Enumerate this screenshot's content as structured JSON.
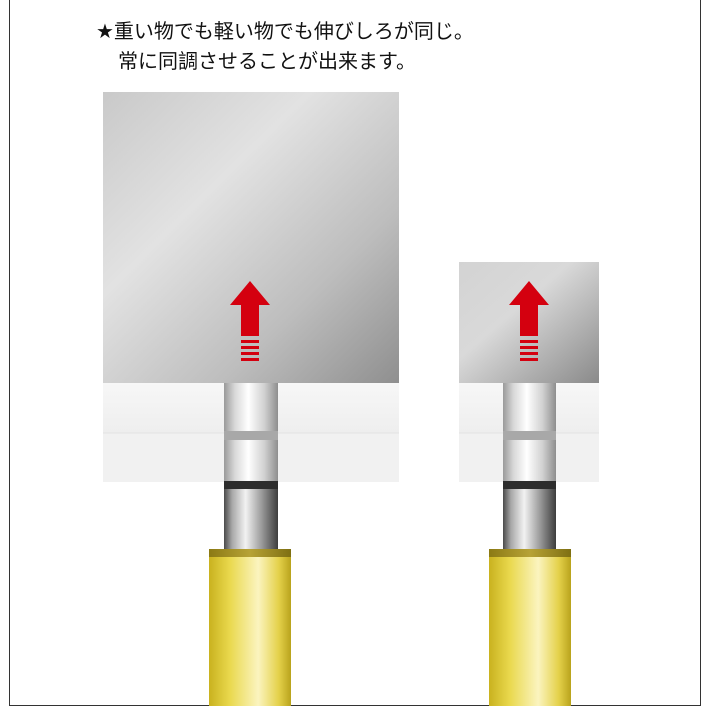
{
  "caption": {
    "line1": "★重い物でも軽い物でも伸びしろが同じ。",
    "line2": "常に同調させることが出来ます。"
  },
  "diagram": {
    "units": [
      {
        "id": "heavy",
        "load": "large-load"
      },
      {
        "id": "light",
        "load": "small-load"
      }
    ],
    "colors": {
      "arrow": "#d4000f",
      "cylinder_gold": "#e8d64a",
      "metal_light": "#e6e6e6",
      "metal_dark": "#8c8c8c"
    }
  }
}
